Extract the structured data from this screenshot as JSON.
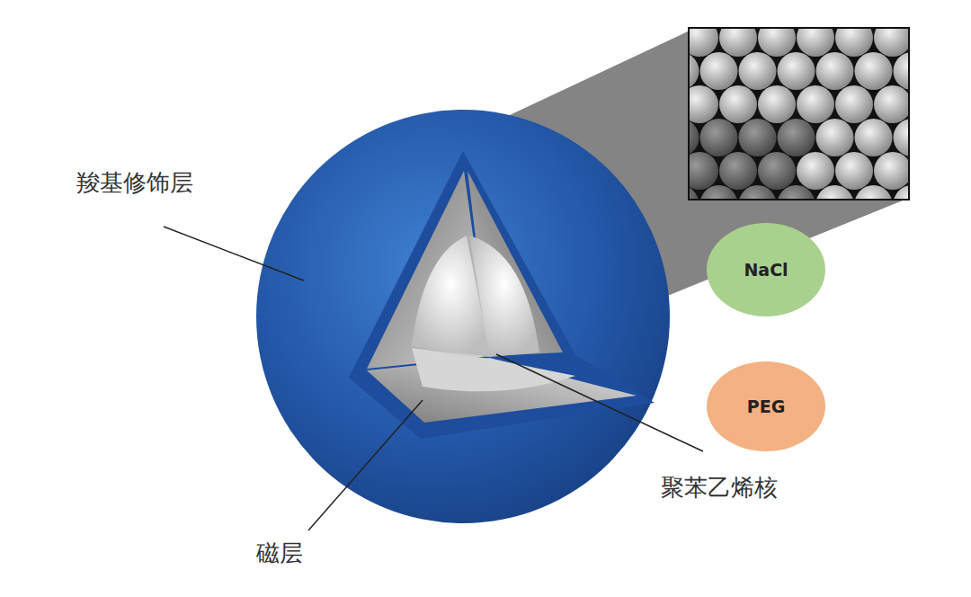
{
  "diagram": {
    "nodes": [
      {
        "text": [
          "NaCl"
        ]
      },
      {
        "text": [
          "PEG"
        ]
      }
    ],
    "labels": [
      "羧基修饰层",
      "聚苯乙烯核",
      "磁层"
    ]
  }
}
